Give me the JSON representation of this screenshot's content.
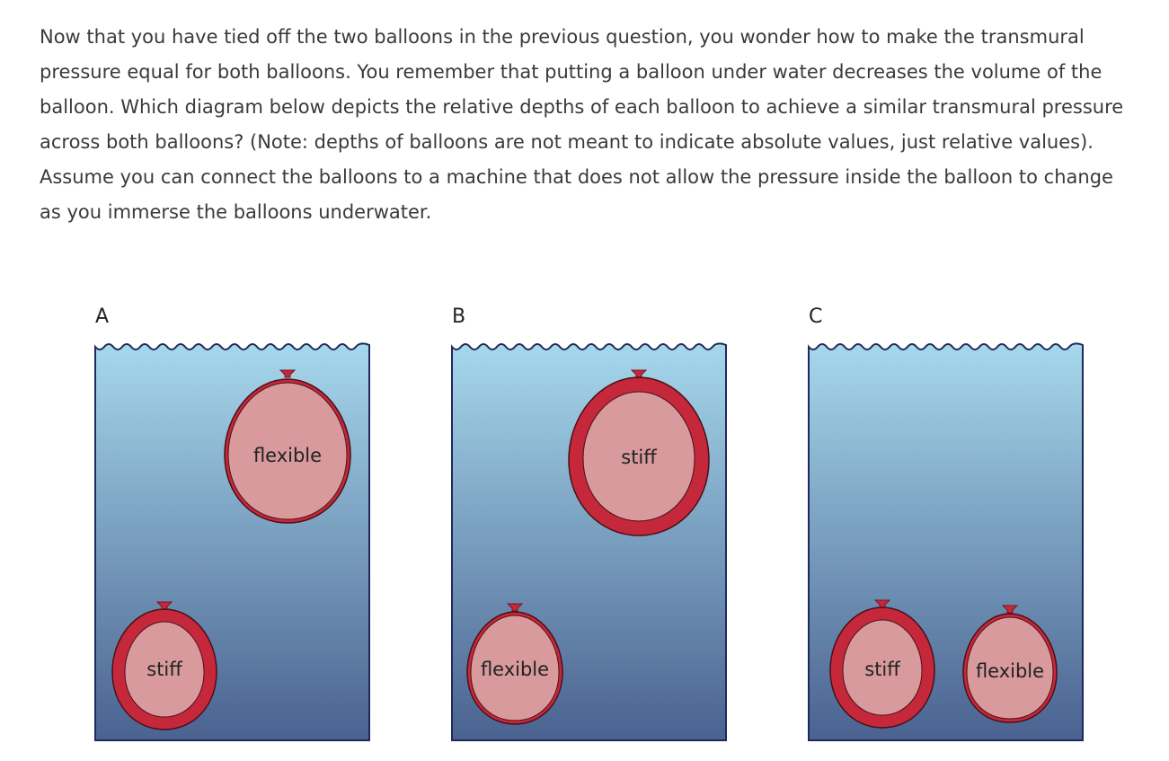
{
  "question": {
    "lines": [
      "Now that you have tied off the two balloons in the previous question, you wonder how to make the transmural",
      "pressure equal for both balloons. You remember that putting a balloon under water decreases the volume of the",
      "balloon. Which diagram below depicts the relative depths of each balloon to achieve a similar transmural pressure",
      "across both balloons? (Note: depths of balloons are not meant to indicate absolute values, just relative values).",
      "Assume you can connect the balloons to a machine that does not allow the pressure inside the balloon to change",
      "as you immerse the balloons underwater."
    ]
  },
  "colors": {
    "water_top": "#a6d8ec",
    "water_bottom": "#4a6290",
    "tank_border": "#1f2a5c",
    "balloon_outer": "#c6283b",
    "balloon_inner": "#d89a9c",
    "text": "#3a3a3a"
  },
  "panels": [
    {
      "label": "A",
      "balloons": [
        {
          "label": "flexible",
          "type": "flexible"
        },
        {
          "label": "stiff",
          "type": "stiff"
        }
      ]
    },
    {
      "label": "B",
      "balloons": [
        {
          "label": "stiff",
          "type": "stiff"
        },
        {
          "label": "flexible",
          "type": "flexible"
        }
      ]
    },
    {
      "label": "C",
      "balloons": [
        {
          "label": "stiff",
          "type": "stiff"
        },
        {
          "label": "flexible",
          "type": "flexible"
        }
      ]
    }
  ]
}
